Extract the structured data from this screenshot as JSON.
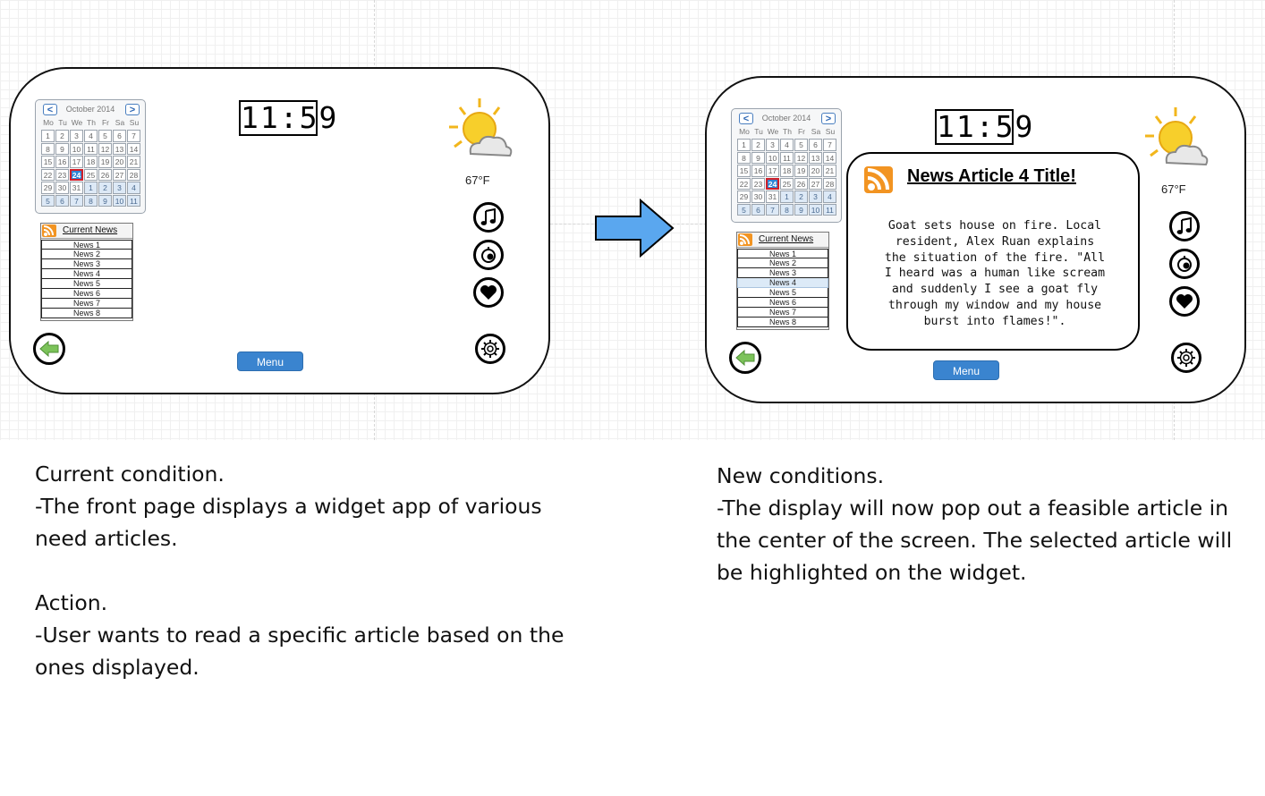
{
  "calendar": {
    "month_label": "October 2014",
    "prev_label": "<",
    "next_label": ">",
    "weekdays": [
      "Mo",
      "Tu",
      "We",
      "Th",
      "Fr",
      "Sa",
      "Su"
    ],
    "days": [
      "1",
      "2",
      "3",
      "4",
      "5",
      "6",
      "7",
      "8",
      "9",
      "10",
      "11",
      "12",
      "13",
      "14",
      "15",
      "16",
      "17",
      "18",
      "19",
      "20",
      "21",
      "22",
      "23",
      "24",
      "25",
      "26",
      "27",
      "28",
      "29",
      "30",
      "31",
      "1",
      "2",
      "3",
      "4",
      "5",
      "6",
      "7",
      "8",
      "9",
      "10",
      "11"
    ],
    "today": "24",
    "next_month_start_index": 31
  },
  "news_widget": {
    "title": "Current News",
    "items": [
      "News 1",
      "News 2",
      "News 3",
      "News 4",
      "News 5",
      "News 6",
      "News 7",
      "News 8"
    ],
    "selected_item_index_after": 3
  },
  "clock": {
    "time": "11:59"
  },
  "weather": {
    "temperature": "67°F",
    "icon": "partly-sunny-icon"
  },
  "icons": [
    "music-note-icon",
    "timer-icon",
    "heart-icon",
    "gear-icon",
    "back-arrow-icon",
    "rss-icon"
  ],
  "menu_label": "Menu",
  "article": {
    "title": "News Article 4 Title!",
    "body": "Goat sets house on fire. Local\nresident, Alex Ruan explains\nthe situation of the fire. \"All\nI heard was a human like scream\nand suddenly I see a goat fly\nthrough my window and my house\nburst into flames!\"."
  },
  "captions": {
    "left": {
      "current_heading": "Current condition.",
      "current_text": "-The front page displays a widget app of various need articles.",
      "action_heading": "Action.",
      "action_text": "-User wants to read a specific article based on the ones displayed."
    },
    "right": {
      "new_heading": "New conditions.",
      "new_text": "-The display will now pop out a feasible article in the center of the screen. The selected article will be highlighted on the widget."
    }
  },
  "colors": {
    "accent_blue": "#3a84cf",
    "today_red": "#d0202a",
    "rss_orange": "#f29422",
    "selected_row": "#dceaf7",
    "arrow_fill": "#5aa7ef"
  }
}
